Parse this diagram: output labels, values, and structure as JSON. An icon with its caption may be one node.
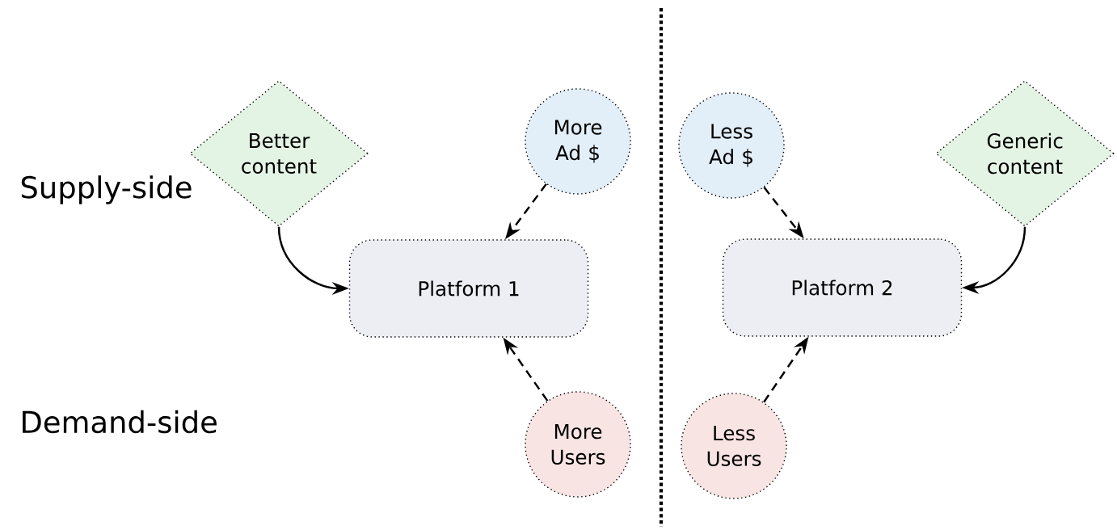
{
  "diagram": {
    "nodes": [
      {
        "text": [
          "Better content"
        ]
      },
      {
        "text": [
          "More Ad $"
        ]
      },
      {
        "text": [
          "Platform 1"
        ]
      },
      {
        "text": [
          "More Users"
        ]
      },
      {
        "text": [
          "Less Ad $"
        ]
      },
      {
        "text": [
          "Generic content"
        ]
      },
      {
        "text": [
          "Platform 2"
        ]
      },
      {
        "text": [
          "Less Users"
        ]
      }
    ],
    "edges": [
      {
        "from": 0,
        "to": 2,
        "arrow": "to"
      },
      {
        "from": 1,
        "to": 2,
        "arrow": "to",
        "style": "dashed"
      },
      {
        "from": 3,
        "to": 2,
        "arrow": "to",
        "style": "dashed"
      },
      {
        "from": 4,
        "to": 6,
        "arrow": "to",
        "style": "dashed"
      },
      {
        "from": 5,
        "to": 6,
        "arrow": "to"
      },
      {
        "from": 7,
        "to": 6,
        "arrow": "to",
        "style": "dashed"
      }
    ],
    "labels": [
      "Supply-side",
      "Demand-side"
    ]
  }
}
